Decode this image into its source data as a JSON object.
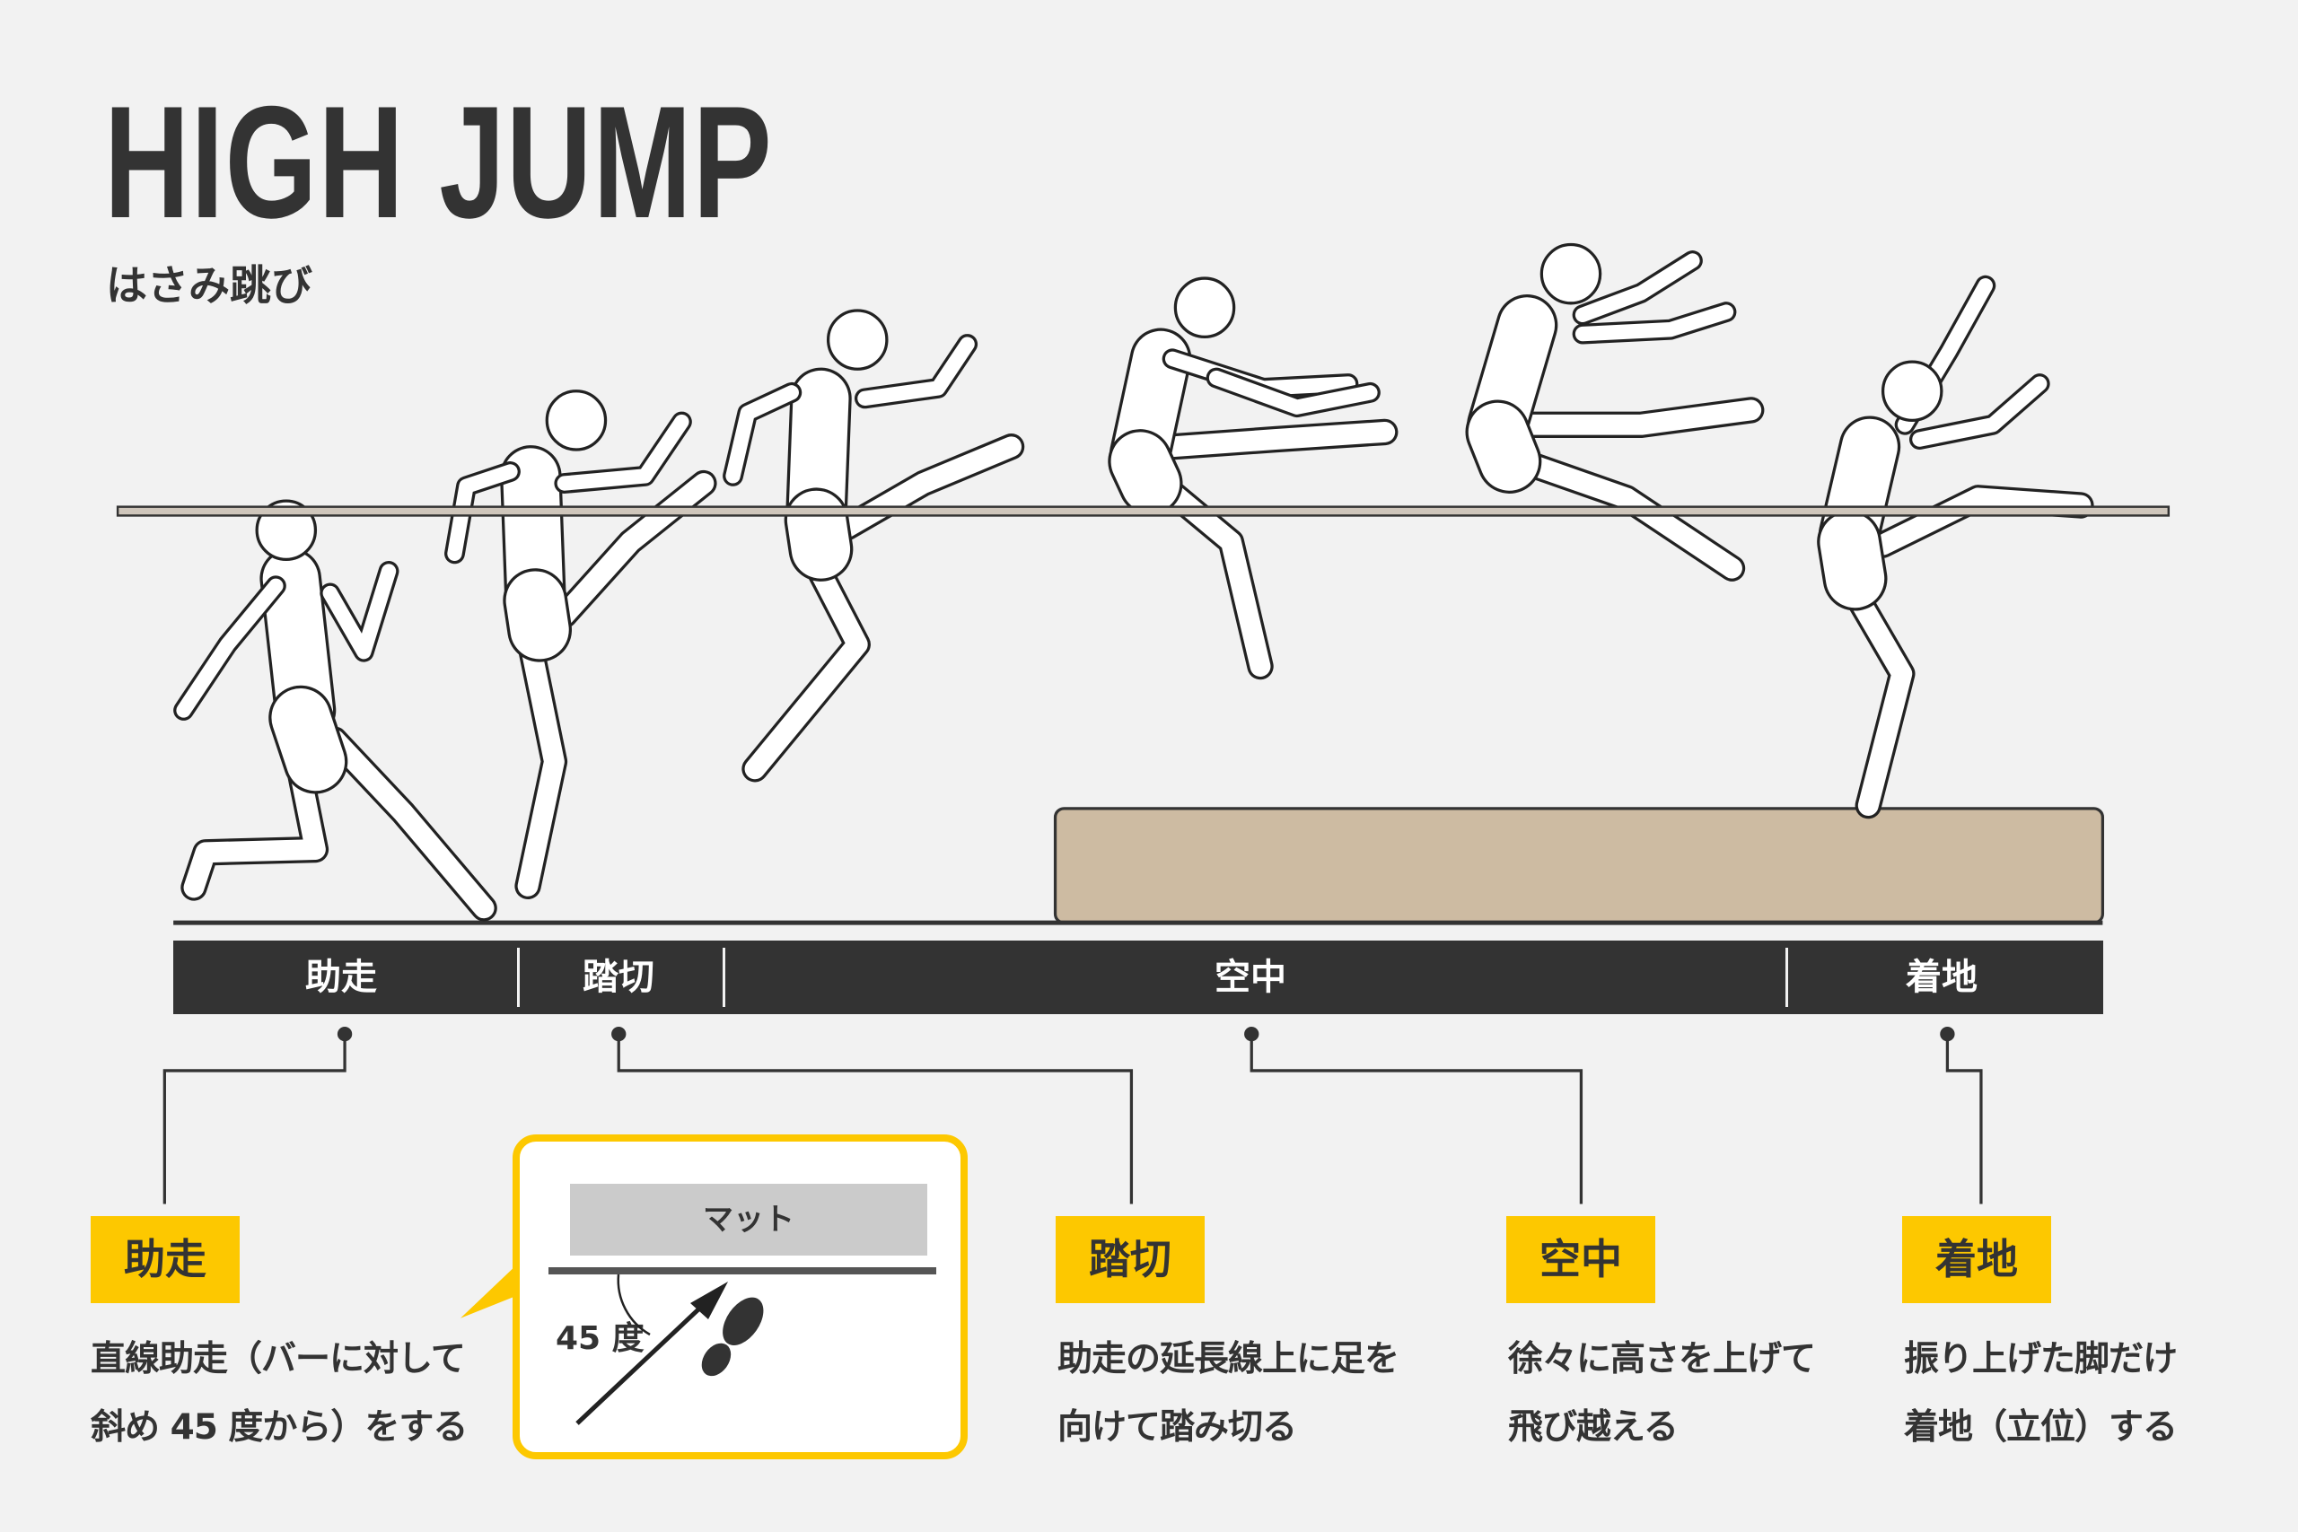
{
  "title": "HIGH JUMP",
  "subtitle": "はさみ跳び",
  "colors": {
    "accent": "#fdc800",
    "dark": "#333333",
    "mat": "#cdbba2",
    "background": "#f2f2f2"
  },
  "phases": [
    "助走",
    "踏切",
    "空中",
    "着地"
  ],
  "steps": [
    {
      "tag": "助走",
      "lines": [
        "直線助走（バーに対して",
        "斜め 45 度から）をする"
      ]
    },
    {
      "tag": "踏切",
      "lines": [
        "助走の延長線上に足を",
        "向けて踏み切る"
      ]
    },
    {
      "tag": "空中",
      "lines": [
        "徐々に高さを上げて",
        "飛び越える"
      ]
    },
    {
      "tag": "着地",
      "lines": [
        "振り上げた脚だけ",
        "着地（立位）する"
      ]
    }
  ],
  "callout": {
    "mat_label": "マット",
    "angle_label": "45 度",
    "icons": [
      "arrow-icon",
      "footprint-icon"
    ]
  }
}
